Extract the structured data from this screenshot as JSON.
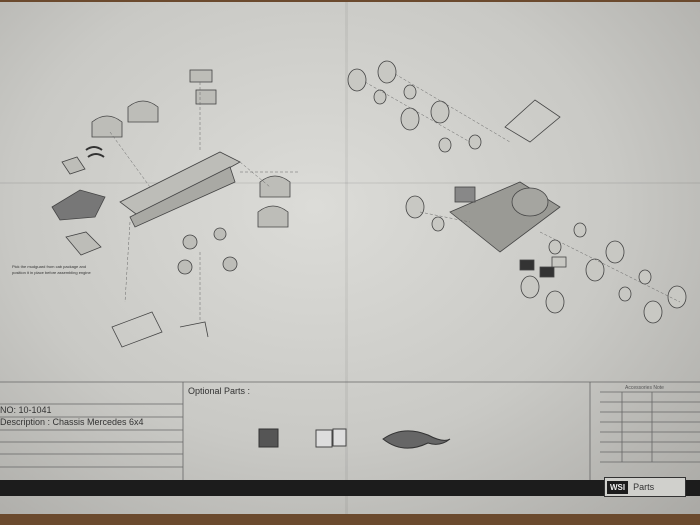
{
  "sheet": {
    "note": "Pick the mudguard from cab package and position it in place before assembling engine",
    "no_label": "NO: 10-1041",
    "description": "Description : Chassis Mercedes  6x4",
    "optional_parts_label": "Optional Parts :",
    "accessories_title": "Accessories Note",
    "brand_logo": "WSI",
    "brand_parts": "Parts"
  },
  "colors": {
    "paper": "#d4d4d0",
    "ink": "#333333",
    "bar": "#1c1c1c",
    "table_surface": "#6b4a2e"
  }
}
